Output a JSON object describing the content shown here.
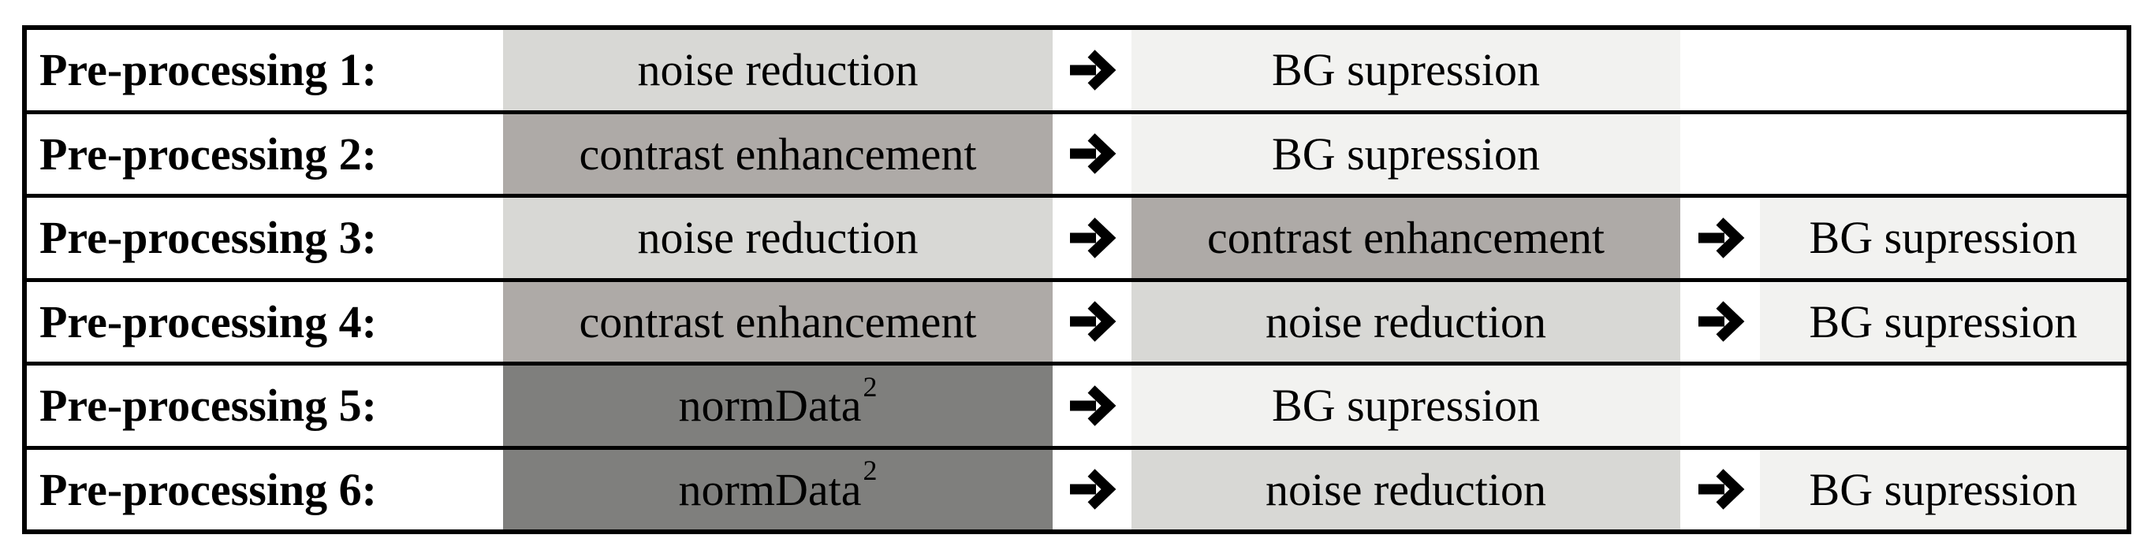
{
  "figure": {
    "description": "Table of six image pre-processing pipelines",
    "rows": [
      {
        "label": "Pre-processing 1:",
        "steps": [
          {
            "text": "noise reduction",
            "shade": "light_gray"
          },
          {
            "text": "BG supression",
            "shade": "pale_gray"
          }
        ]
      },
      {
        "label": "Pre-processing 2:",
        "steps": [
          {
            "text": "contrast enhancement",
            "shade": "medium_gray"
          },
          {
            "text": "BG supression",
            "shade": "pale_gray"
          }
        ]
      },
      {
        "label": "Pre-processing 3:",
        "steps": [
          {
            "text": "noise reduction",
            "shade": "light_gray"
          },
          {
            "text": "contrast enhancement",
            "shade": "medium_gray"
          },
          {
            "text": "BG supression",
            "shade": "pale_gray"
          }
        ]
      },
      {
        "label": "Pre-processing 4:",
        "steps": [
          {
            "text": "contrast enhancement",
            "shade": "medium_gray"
          },
          {
            "text": "noise reduction",
            "shade": "light_gray"
          },
          {
            "text": "BG supression",
            "shade": "pale_gray"
          }
        ]
      },
      {
        "label": "Pre-processing 5:",
        "steps": [
          {
            "text": "normData",
            "sup": "2",
            "shade": "dark_gray"
          },
          {
            "text": "BG supression",
            "shade": "pale_gray"
          }
        ]
      },
      {
        "label": "Pre-processing 6:",
        "steps": [
          {
            "text": "normData",
            "sup": "2",
            "shade": "dark_gray"
          },
          {
            "text": "noise reduction",
            "shade": "light_gray"
          },
          {
            "text": "BG supression",
            "shade": "pale_gray"
          }
        ]
      }
    ]
  },
  "colors": {
    "light_gray": "#d8d8d5",
    "medium_gray": "#aeaaa7",
    "dark_gray": "#7f7f7d",
    "pale_gray": "#f2f2f0",
    "border": "#000000",
    "text": "#000000",
    "page_bg": "#ffffff"
  },
  "icons": {
    "arrow": "right-arrow"
  }
}
